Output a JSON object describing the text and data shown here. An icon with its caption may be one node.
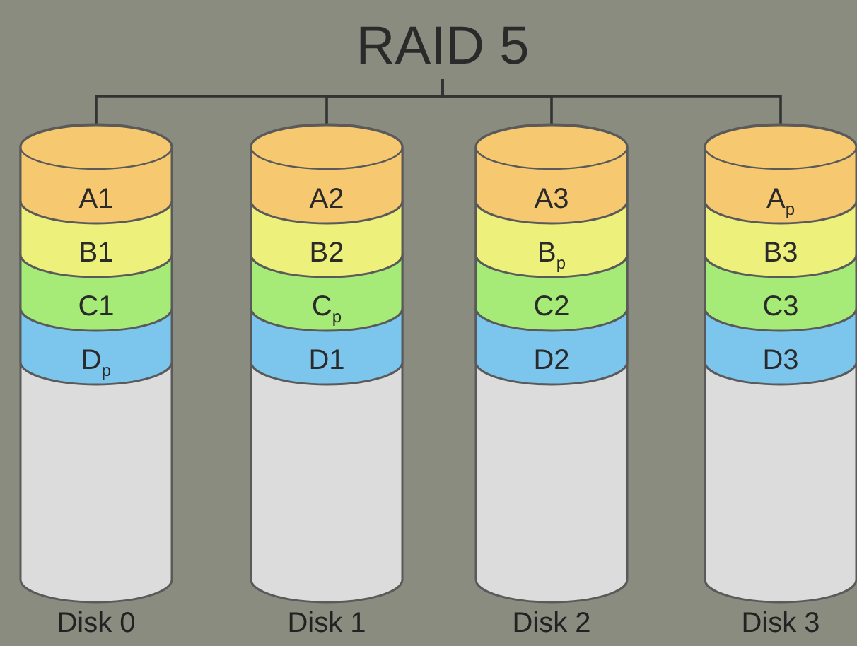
{
  "diagram": {
    "nodes": [
      {
        "text": [
          "RAID 5"
        ]
      },
      {
        "text": [],
        "shape": "cylinder",
        "beside": [
          "Disk 0"
        ]
      },
      {
        "text": [
          "A1"
        ],
        "in": 1
      },
      {
        "text": [
          "B1"
        ],
        "in": 1
      },
      {
        "text": [
          "C1"
        ],
        "in": 1
      },
      {
        "text": [
          "D$_{p}$"
        ],
        "in": 1
      },
      {
        "text": [],
        "shape": "cylinder",
        "beside": [
          "Disk 1"
        ]
      },
      {
        "text": [
          "A2"
        ],
        "in": 6
      },
      {
        "text": [
          "B2"
        ],
        "in": 6
      },
      {
        "text": [
          "C$_{p}$"
        ],
        "in": 6
      },
      {
        "text": [
          "D1"
        ],
        "in": 6
      },
      {
        "text": [],
        "shape": "cylinder",
        "beside": [
          "Disk 2"
        ]
      },
      {
        "text": [
          "A3"
        ],
        "in": 11
      },
      {
        "text": [
          "B$_{p}$"
        ],
        "in": 11
      },
      {
        "text": [
          "C2"
        ],
        "in": 11
      },
      {
        "text": [
          "D2"
        ],
        "in": 11
      },
      {
        "text": [],
        "shape": "cylinder",
        "beside": [
          "Disk 3"
        ]
      },
      {
        "text": [
          "A$_{p}$"
        ],
        "in": 16
      },
      {
        "text": [
          "B3"
        ],
        "in": 16
      },
      {
        "text": [
          "C3"
        ],
        "in": 16
      },
      {
        "text": [
          "D3"
        ],
        "in": 16
      }
    ],
    "edges": [
      {
        "from": 0,
        "to": 1,
        "arrow": "none"
      },
      {
        "from": 0,
        "to": 6,
        "arrow": "none"
      },
      {
        "from": 0,
        "to": 11,
        "arrow": "none"
      },
      {
        "from": 0,
        "to": 16,
        "arrow": "none"
      }
    ]
  }
}
